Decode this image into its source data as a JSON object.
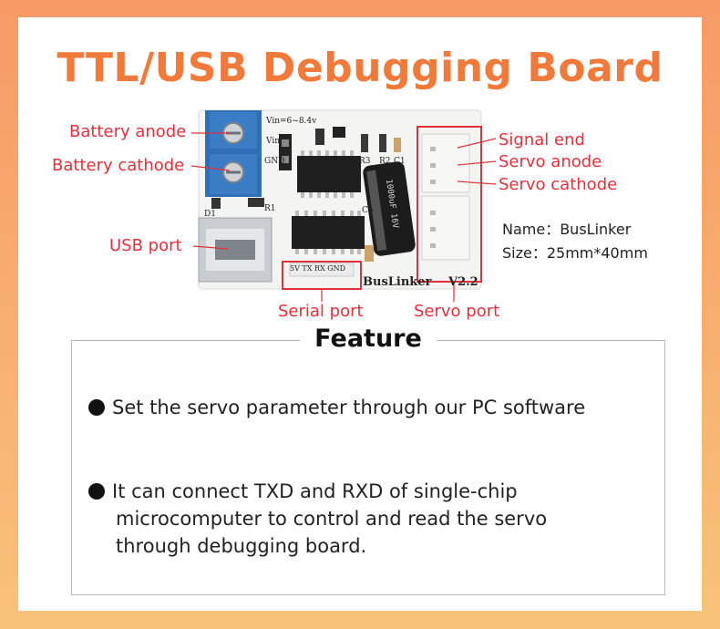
{
  "title": "TTL/USB Debugging Board",
  "labels": {
    "battery_anode": "Battery anode",
    "battery_cathode": "Battery cathode",
    "usb_port": "USB port",
    "signal_end": "Signal end",
    "servo_anode": "Servo anode",
    "servo_cathode": "Servo cathode",
    "serial_port": "Serial port",
    "servo_port": "Servo port"
  },
  "board_silk": {
    "vin_range": "Vin=6~8.4v",
    "vin": "Vin",
    "gnd": "GND",
    "r3": "R3",
    "r2": "R2",
    "c1": "C1",
    "d1": "D1",
    "r1": "R1",
    "c5": "C5",
    "cap_spec": "1000uF 16V",
    "serial_pins": "5V TX RX GND",
    "brand": "BusLinker",
    "version": "V2.2"
  },
  "info": {
    "name": "Name：BusLinker",
    "size": "Size：25mm*40mm"
  },
  "feature": {
    "heading": "Feature",
    "item1": "Set the servo parameter through our PC software",
    "item2_line1": "It can connect TXD and RXD of single-chip",
    "item2_line2": "microcomputer to control and read the servo",
    "item2_line3": "through debugging board."
  },
  "colors": {
    "title": "#f07a3c",
    "label": "#e0313a",
    "terminal": "#2f6fb5"
  }
}
